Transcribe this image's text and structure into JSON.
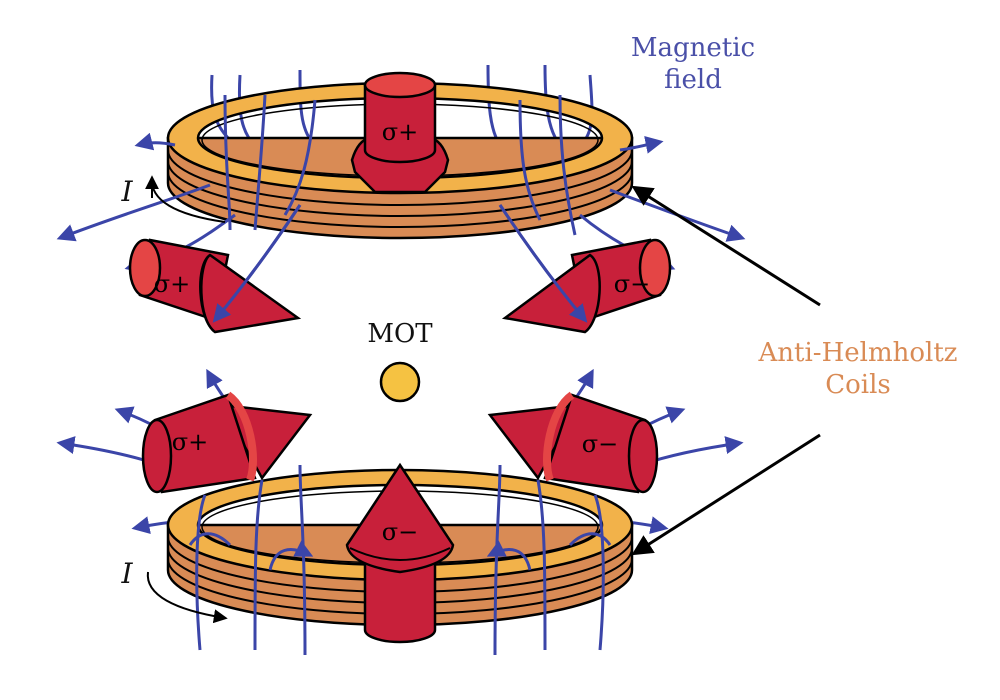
{
  "labels": {
    "magnetic_field_line1": "Magnetic",
    "magnetic_field_line2": "field",
    "coils_line1": "Anti-Helmholtz",
    "coils_line2": "Coils",
    "mot": "MOT",
    "current_top": "I",
    "current_bottom": "I"
  },
  "beams": {
    "top": "σ+",
    "upper_left": "σ+",
    "upper_right": "σ−",
    "lower_left": "σ+",
    "lower_right": "σ−",
    "bottom": "σ−"
  },
  "colors": {
    "field_lines": "#3b45a8",
    "coil_top": "#f2b24a",
    "coil_side": "#d98b55",
    "beam": "#c8203a",
    "beam_light": "#e44545",
    "mot": "#f5c242",
    "coil_label": "#d98b55",
    "field_label": "#4a50a8"
  }
}
